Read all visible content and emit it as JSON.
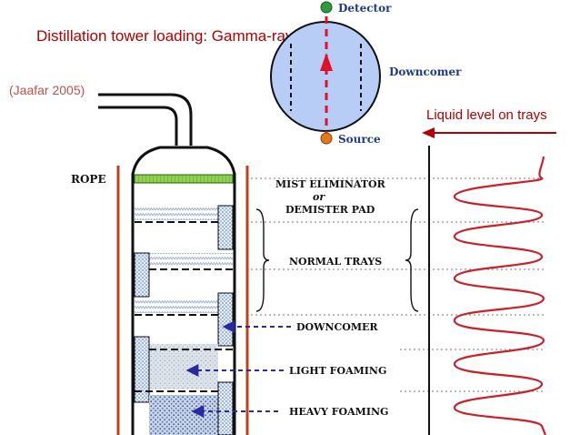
{
  "header": {
    "title": "Distillation tower loading: Gamma-ray",
    "citation": "(Jaafar 2005)"
  },
  "scan": {
    "detector_label": "Detector",
    "source_label": "Source",
    "downcomer_label": "Downcomer"
  },
  "column": {
    "rope_label": "ROPE",
    "mist_line1": "MIST ELIMINATOR",
    "mist_line2": "or",
    "mist_line3": "DEMISTER PAD",
    "normal_trays": "NORMAL TRAYS",
    "downcomer": "DOWNCOMER",
    "light_foaming": "LIGHT FOAMING",
    "heavy_foaming": "HEAVY FOAMING"
  },
  "profile": {
    "label": "Liquid level on trays"
  },
  "colors": {
    "title": "#b00000",
    "citation": "#c0504d",
    "rope": "#c0401a",
    "detector": "#2e9b3e",
    "source": "#e07a18",
    "beam": "#e0102a",
    "circle_fill": "#b8cdf5",
    "demister": "#8fd14f",
    "profile_trace": "#cc1f2a",
    "tray_band": "#9ab0d6"
  }
}
